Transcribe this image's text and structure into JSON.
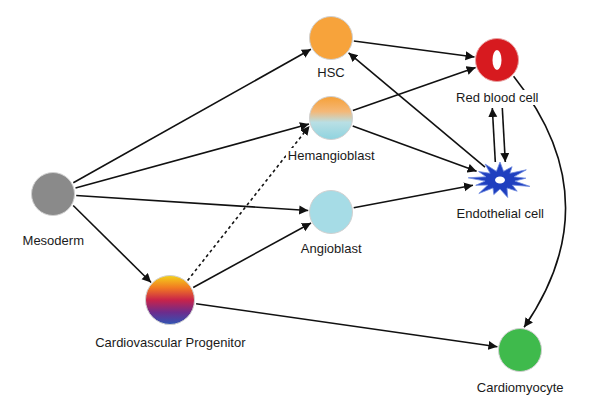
{
  "diagram": {
    "nodes": [
      {
        "text": [
          "HSC"
        ]
      },
      {
        "text": [
          "Red blood cell"
        ]
      },
      {
        "text": [
          "Hemangioblast"
        ]
      },
      {
        "text": [
          "Mesoderm"
        ]
      },
      {
        "text": [
          "Angioblast"
        ]
      },
      {
        "text": [
          "Endothelial cell"
        ]
      },
      {
        "text": [
          "Cardiovascular Progenitor"
        ]
      },
      {
        "text": [
          "Cardiomyocyte"
        ]
      }
    ],
    "edges": [
      {
        "from": 3,
        "to": 0,
        "arrow": "to"
      },
      {
        "from": 3,
        "to": 2,
        "arrow": "to"
      },
      {
        "from": 3,
        "to": 4,
        "arrow": "to"
      },
      {
        "from": 3,
        "to": 6,
        "arrow": "to"
      },
      {
        "from": 0,
        "to": 1,
        "arrow": "to"
      },
      {
        "from": 2,
        "to": 1,
        "arrow": "to"
      },
      {
        "from": 2,
        "to": 5,
        "arrow": "to"
      },
      {
        "from": 4,
        "to": 5,
        "arrow": "to"
      },
      {
        "from": 6,
        "to": 2,
        "arrow": "to"
      },
      {
        "from": 6,
        "to": 4,
        "arrow": "to"
      },
      {
        "from": 6,
        "to": 7,
        "arrow": "to"
      },
      {
        "from": 5,
        "to": 0,
        "arrow": "to"
      },
      {
        "from": 5,
        "to": 1,
        "arrow": "to"
      },
      {
        "from": 1,
        "to": 5,
        "arrow": "to"
      },
      {
        "from": 1,
        "to": 7,
        "arrow": "to"
      }
    ]
  }
}
